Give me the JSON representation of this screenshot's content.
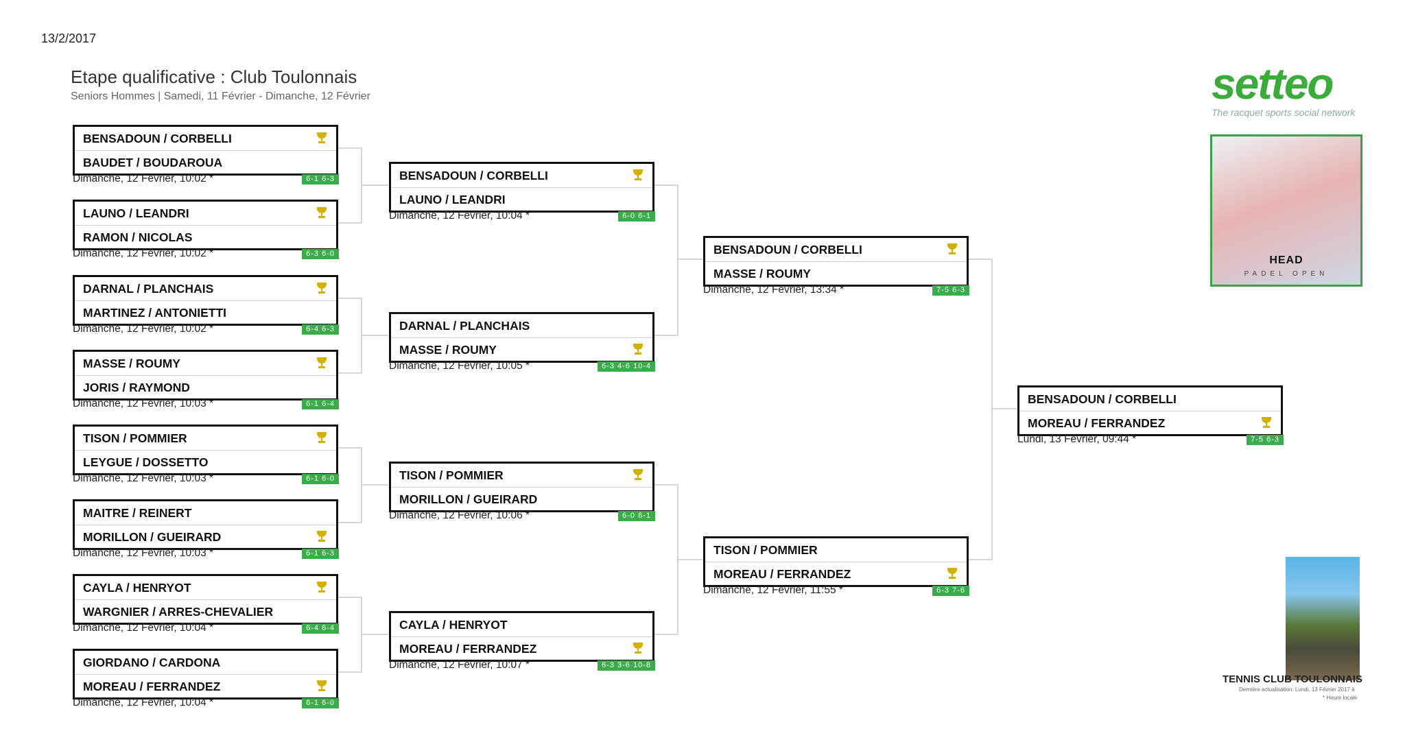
{
  "header": {
    "date": "13/2/2017",
    "title": "Etape qualificative : Club Toulonnais",
    "subtitle": "Seniors Hommes | Samedi, 11 Février - Dimanche, 12 Février"
  },
  "matches": [
    {
      "team1": "BENSADOUN / CORBELLI",
      "team2": "BAUDET / BOUDAROUA",
      "info": "Dimanche, 12 Février, 10:02 *",
      "score": "6-1  6-3",
      "winner": 1
    },
    {
      "team1": "LAUNO / LEANDRI",
      "team2": "RAMON / NICOLAS",
      "info": "Dimanche, 12 Février, 10:02 *",
      "score": "6-3  6-0",
      "winner": 1
    },
    {
      "team1": "DARNAL / PLANCHAIS",
      "team2": "MARTINEZ / ANTONIETTI",
      "info": "Dimanche, 12 Février, 10:02 *",
      "score": "6-4  6-3",
      "winner": 1
    },
    {
      "team1": "MASSE / ROUMY",
      "team2": "JORIS / RAYMOND",
      "info": "Dimanche, 12 Février, 10:03 *",
      "score": "6-1  6-4",
      "winner": 1
    },
    {
      "team1": "TISON / POMMIER",
      "team2": "LEYGUE / DOSSETTO",
      "info": "Dimanche, 12 Février, 10:03 *",
      "score": "6-1  6-0",
      "winner": 1
    },
    {
      "team1": "MAITRE / REINERT",
      "team2": "MORILLON / GUEIRARD",
      "info": "Dimanche, 12 Février, 10:03 *",
      "score": "6-1  6-3",
      "winner": 2
    },
    {
      "team1": "CAYLA / HENRYOT",
      "team2": "WARGNIER / ARRES-CHEVALIER",
      "info": "Dimanche, 12 Février, 10:04 *",
      "score": "6-4  6-4",
      "winner": 1
    },
    {
      "team1": "GIORDANO / CARDONA",
      "team2": "MOREAU / FERRANDEZ",
      "info": "Dimanche, 12 Février, 10:04 *",
      "score": "6-1  6-0",
      "winner": 2
    },
    {
      "team1": "BENSADOUN / CORBELLI",
      "team2": "LAUNO / LEANDRI",
      "info": "Dimanche, 12 Février, 10:04 *",
      "score": "6-0  6-1",
      "winner": 1
    },
    {
      "team1": "DARNAL / PLANCHAIS",
      "team2": "MASSE / ROUMY",
      "info": "Dimanche, 12 Février, 10:05 *",
      "score": "6-3  4-6 10-4",
      "winner": 2
    },
    {
      "team1": "TISON / POMMIER",
      "team2": "MORILLON / GUEIRARD",
      "info": "Dimanche, 12 Février, 10:06 *",
      "score": "6-0  6-1",
      "winner": 1
    },
    {
      "team1": "CAYLA / HENRYOT",
      "team2": "MOREAU / FERRANDEZ",
      "info": "Dimanche, 12 Février, 10:07 *",
      "score": "6-3  3-6 10-8",
      "winner": 2
    },
    {
      "team1": "BENSADOUN / CORBELLI",
      "team2": "MASSE / ROUMY",
      "info": "Dimanche, 12 Février, 13:34 *",
      "score": "7-5  6-3",
      "winner": 1
    },
    {
      "team1": "TISON / POMMIER",
      "team2": "MOREAU / FERRANDEZ",
      "info": "Dimanche, 12 Février, 11:55 *",
      "score": "6-3  7-6",
      "winner": 2
    },
    {
      "team1": "BENSADOUN / CORBELLI",
      "team2": "MOREAU / FERRANDEZ",
      "info": "Lundi, 13 Février, 09:44 *",
      "score": "7-5  6-3",
      "winner": 2
    }
  ],
  "branding": {
    "logo": "setteo",
    "tagline": "The racquet sports social network",
    "promo_brand": "HEAD",
    "promo_sub": "PADEL OPEN",
    "club_name": "TENNIS CLUB TOULONNAIS",
    "last_update": "Dernière actualisation: Lundi, 13 Février 2017 à",
    "note": "* Heure locale"
  },
  "colors": {
    "score_bg": "#3bac4a",
    "trophy": "#d4b000",
    "logo_green": "#3bac3b"
  }
}
